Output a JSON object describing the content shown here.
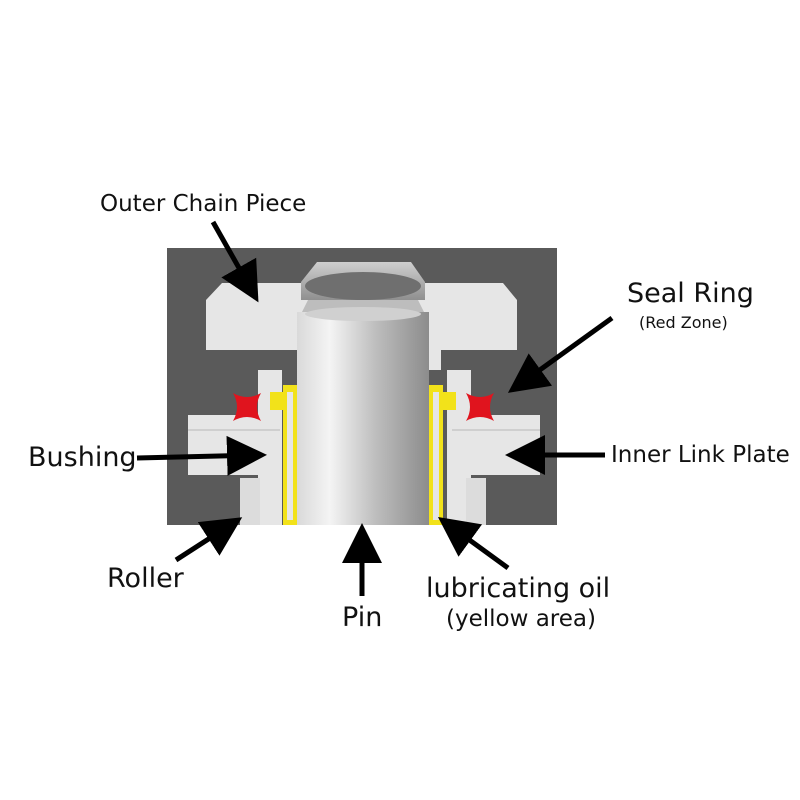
{
  "labels": {
    "outer_chain_piece": "Outer Chain Piece",
    "seal_ring": "Seal Ring",
    "seal_ring_note": "(Red Zone)",
    "bushing": "Bushing",
    "inner_link_plate": "Inner Link Plate",
    "roller": "Roller",
    "pin": "Pin",
    "lubricating_oil": "lubricating oil",
    "lubricating_oil_note": "(yellow area)"
  },
  "colors": {
    "housing": "#5a5a5a",
    "metal": "#e6e6e6",
    "pin_shadow": "#9a9a9a",
    "seal": "#e0141e",
    "oil": "#f2e21a",
    "arrow": "#000000"
  }
}
